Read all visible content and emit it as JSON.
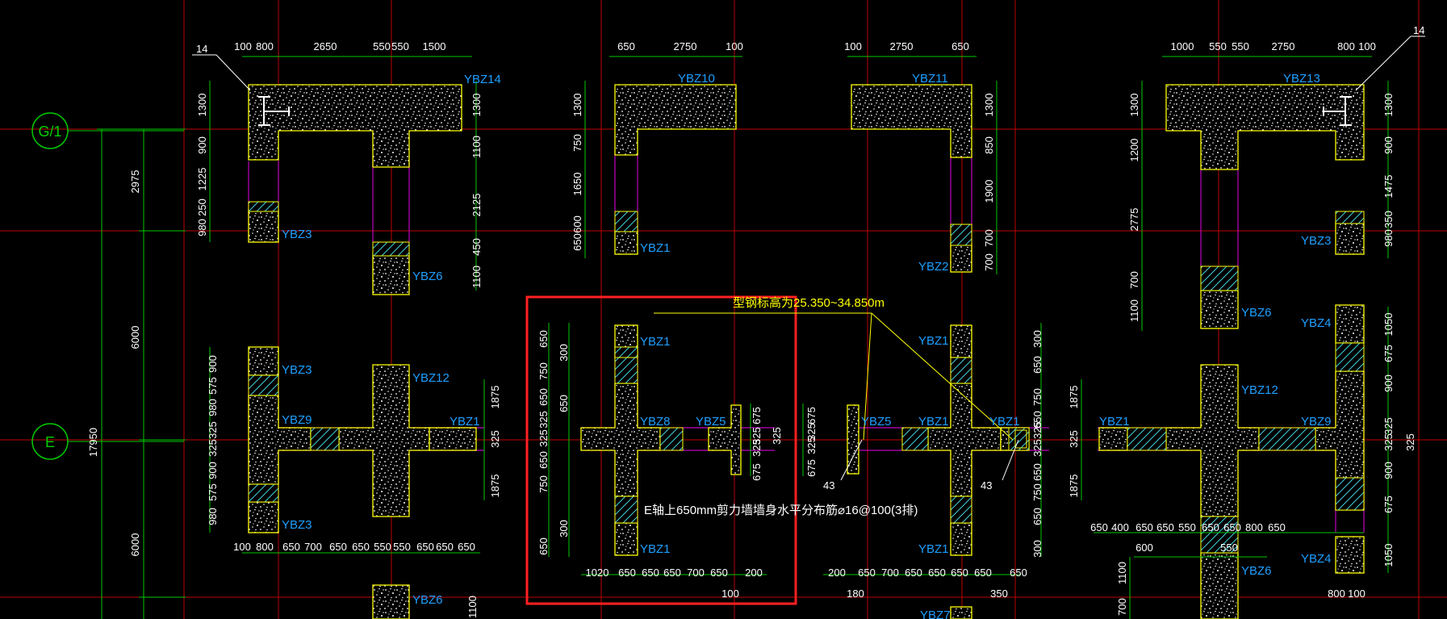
{
  "axes": [
    {
      "id": "axis-G1",
      "label": "G/1"
    },
    {
      "id": "axis-E",
      "label": "E"
    }
  ],
  "left_dims": {
    "d1": "2975",
    "d2": "6000",
    "d3": "6000",
    "total": "17950"
  },
  "column_labels": {
    "ybz14": "YBZ14",
    "ybz10": "YBZ10",
    "ybz11": "YBZ11",
    "ybz13": "YBZ13",
    "ybz3_top": "YBZ3",
    "ybz6_top": "YBZ6",
    "ybz1_top": "YBZ1",
    "ybz2": "YBZ2",
    "ybz3_right": "YBZ3",
    "ybz6_right": "YBZ6",
    "ybz4_right": "YBZ4",
    "ybz3_mid": "YBZ3",
    "ybz12_left": "YBZ12",
    "ybz9_left": "YBZ9",
    "ybz1_left": "YBZ1",
    "ybz3_low": "YBZ3",
    "ybz6_bottom": "YBZ6",
    "ybz1_box_top": "YBZ1",
    "ybz8": "YBZ8",
    "ybz5_box": "YBZ5",
    "ybz1_box_bottom": "YBZ1",
    "ybz5_mid": "YBZ5",
    "ybz1_mid_a": "YBZ1",
    "ybz1_mid_b": "YBZ1",
    "ybz1_mid_top": "YBZ1",
    "ybz1_mid_bottom": "YBZ1",
    "ybz1_right": "YBZ1",
    "ybz12_right": "YBZ12",
    "ybz9_right": "YBZ9",
    "ybz4_low": "YBZ4",
    "ybz6_low": "YBZ6",
    "ybz7": "YBZ7"
  },
  "notes": {
    "steel_range": "型钢标高为25.350~34.850m",
    "rebar_note": "E轴上650mm剪力墙墙身水平分布筋⌀16@100(3排)",
    "tag_14_left": "14",
    "tag_14_right": "14",
    "tag_43_a": "43",
    "tag_43_b": "43"
  },
  "dims": {
    "top_a": [
      "100",
      "800",
      "2650",
      "550",
      "550",
      "1500"
    ],
    "top_b": [
      "650",
      "2750",
      "100"
    ],
    "top_c": [
      "100",
      "2750",
      "650"
    ],
    "top_d": [
      "1000",
      "550",
      "550",
      "2750",
      "800",
      "100"
    ],
    "lv_a": [
      "1300",
      "900",
      "1225",
      "250",
      "980"
    ],
    "rv_a": [
      "1300",
      "1100",
      "2125",
      "450",
      "1100"
    ],
    "lv_b": [
      "1300",
      "750",
      "1650",
      "650",
      "600"
    ],
    "rv_c": [
      "1300",
      "850",
      "1900",
      "700",
      "700"
    ],
    "lv_d": [
      "1300",
      "1200",
      "2775",
      "700",
      "1100"
    ],
    "rv_d": [
      "1300",
      "900",
      "1475",
      "350",
      "980"
    ],
    "lv_mid": [
      "900",
      "575",
      "980",
      "325",
      "325",
      "900",
      "575",
      "980"
    ],
    "rv_mid": [
      "1875",
      "325",
      "1875"
    ],
    "box_lv": [
      "650",
      "750",
      "650",
      "325",
      "325",
      "650",
      "750",
      "650"
    ],
    "box_lv2": [
      "300",
      "650",
      "300"
    ],
    "box_rv": [
      "675",
      "325",
      "325",
      "675"
    ],
    "bot_a": [
      "100",
      "800",
      "650",
      "700",
      "650",
      "650",
      "550",
      "550",
      "650",
      "650",
      "650"
    ],
    "bot_box": [
      "1020",
      "650",
      "650",
      "650",
      "700",
      "650",
      "200"
    ],
    "bot_box2": "100",
    "bot_c": [
      "200",
      "650",
      "700",
      "650",
      "650",
      "650",
      "650",
      "650"
    ],
    "bot_c2": [
      "180",
      "350"
    ],
    "mid_c_lv": [
      "675",
      "325",
      "325",
      "675"
    ],
    "mid_c_rv": [
      "300",
      "650",
      "750",
      "650",
      "325",
      "325",
      "650",
      "750",
      "650",
      "300"
    ],
    "right_mid_lv": [
      "1875",
      "325",
      "1875"
    ],
    "right_mid_rv": [
      "1050",
      "675",
      "900",
      "325",
      "325",
      "900",
      "675",
      "1050"
    ],
    "bot_d": [
      "650",
      "400",
      "650",
      "650",
      "550",
      "650",
      "650",
      "800",
      "650"
    ],
    "bot_d2": [
      "600",
      "550"
    ],
    "bot_d3": [
      "800",
      "100"
    ],
    "bot_d_lv": [
      "1100",
      "700"
    ],
    "bot_a_rv": "1100",
    "right_edge": "325"
  },
  "colors": {
    "grid": "#c00000",
    "dimension": "#00c800",
    "concrete": "#ffff00",
    "wall": "#c000c0",
    "callout": "#ff2020",
    "label": "#1e9fff"
  }
}
